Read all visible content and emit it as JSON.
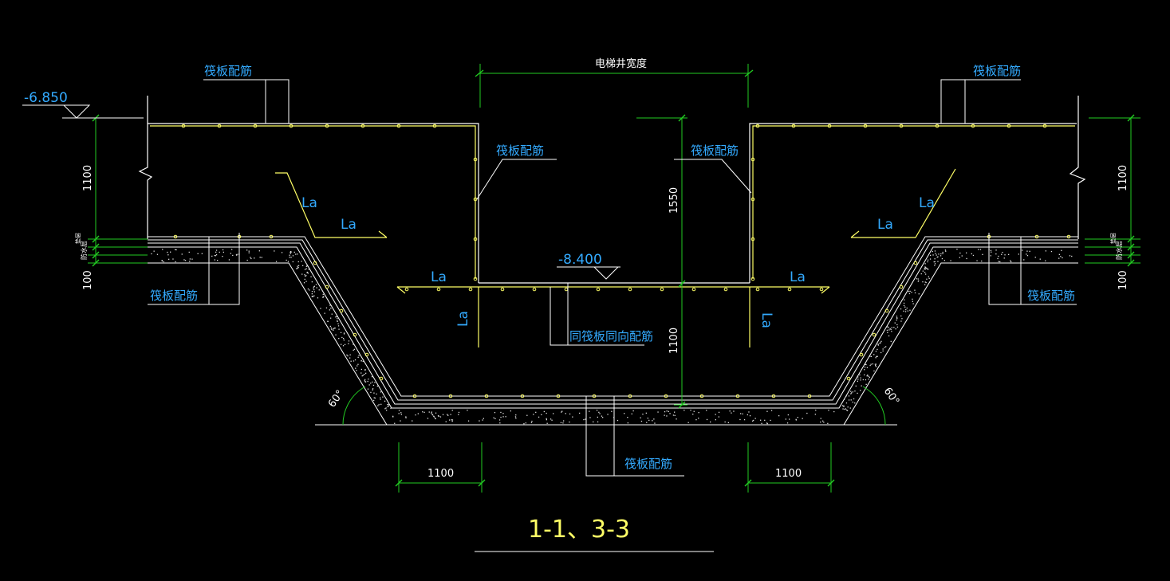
{
  "colors": {
    "background": "#000000",
    "structure": "#ffffff",
    "rebar": "#ffff66",
    "dimension": "#22cc22",
    "annotation": "#33aaff",
    "leader": "#ffffff",
    "title": "#ffff66",
    "concrete_dots": "#dddddd"
  },
  "labels": {
    "raft_rebar": "筏板配筋",
    "same_direction_rebar": "同筏板同向配筋",
    "elevator_width": "电梯井宽度",
    "anchorage": "La",
    "waterproof": "防水层",
    "cushion": "垫层"
  },
  "elevations": {
    "top": "-6.850",
    "pit": "-8.400"
  },
  "dimensions": {
    "slab_thickness": "1100",
    "pit_depth": "1550",
    "pit_bottom_thickness": "1100",
    "cushion_thickness": "100",
    "bottom_left_width": "1100",
    "bottom_right_width": "1100"
  },
  "angles": {
    "left": "60°",
    "right": "60°"
  },
  "title": "1-1、3-3"
}
